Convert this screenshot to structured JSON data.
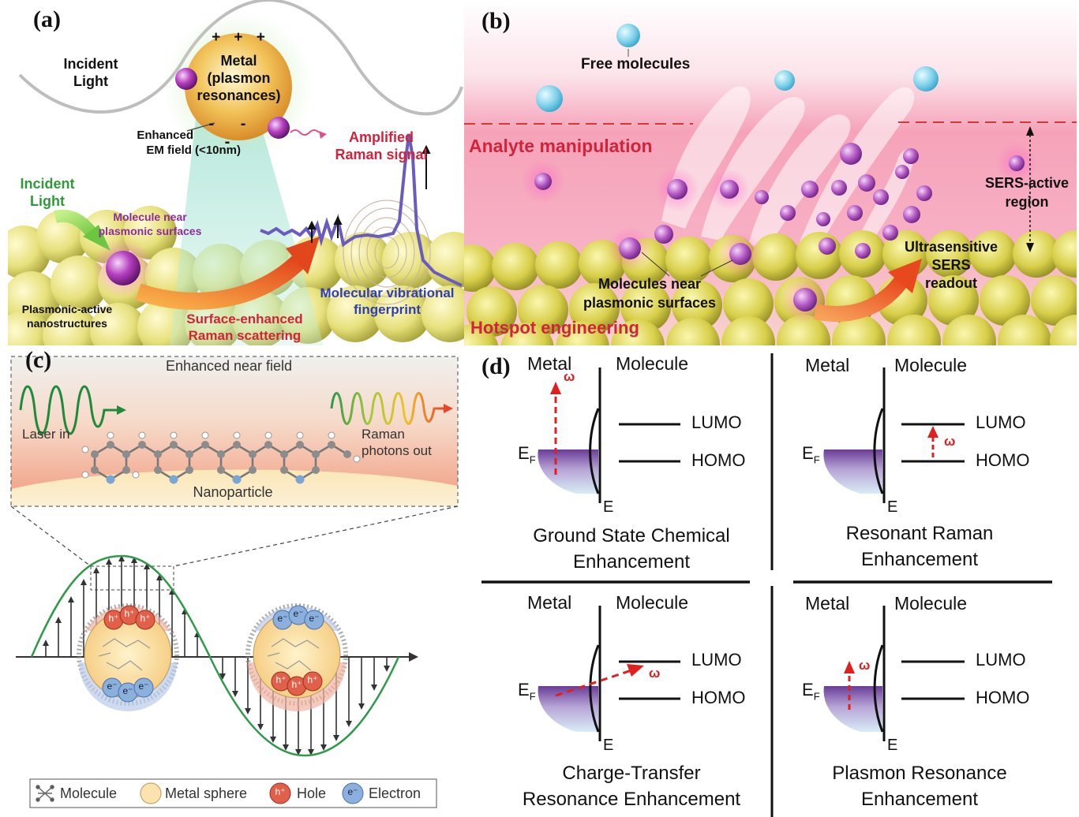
{
  "panel_a": {
    "label": "(a)",
    "incident_light_top": [
      "Incident",
      "Light"
    ],
    "metal": [
      "Metal",
      "(plasmon",
      "resonances)"
    ],
    "enhanced_field": [
      "Enhanced",
      "EM field (<10nm)"
    ],
    "amplified": [
      "Amplified",
      "Raman signal"
    ],
    "incident_light_left": [
      "Incident",
      "Light"
    ],
    "molecule_near": [
      "Molecule near",
      "plasmonic surfaces"
    ],
    "plasmonic_active": [
      "Plasmonic-active",
      "nanostructures"
    ],
    "sers": [
      "Surface-enhanced",
      "Raman scattering"
    ],
    "fingerprint": [
      "Molecular vibrational",
      "fingerprint"
    ],
    "charges_plus": "+ + +",
    "charges_minus": "- - -",
    "colors": {
      "label_green": "#2e9a3a",
      "label_red": "#d2233b",
      "label_blue": "#2e3fb0"
    }
  },
  "panel_b": {
    "label": "(b)",
    "free_molecules": "Free molecules",
    "analyte": "Analyte manipulation",
    "sers_active": [
      "SERS-active",
      "region"
    ],
    "ultrasensitive": [
      "Ultrasensitive",
      "SERS",
      "readout"
    ],
    "molecules_near": [
      "Molecules near",
      "plasmonic surfaces"
    ],
    "hotspot": "Hotspot engineering"
  },
  "panel_c": {
    "label": "(c)",
    "enhanced_near_field": "Enhanced near field",
    "laser_in": "Laser in",
    "raman_out": [
      "Raman",
      "photons out"
    ],
    "nanoparticle": "Nanoparticle",
    "hole_symbol": "h⁺",
    "electron_symbol": "e⁻",
    "legend": [
      "Molecule",
      "Metal sphere",
      "Hole",
      "Electron"
    ]
  },
  "panel_d": {
    "label": "(d)",
    "metal": "Metal",
    "molecule": "Molecule",
    "lumo": "LUMO",
    "homo": "HOMO",
    "ef": "E",
    "ef_sub": "F",
    "e_axis": "E",
    "omega": "ω",
    "captions": [
      [
        "Ground State Chemical",
        "Enhancement"
      ],
      [
        "Resonant Raman",
        "Enhancement"
      ],
      [
        "Charge-Transfer",
        "Resonance Enhancement"
      ],
      [
        "Plasmon Resonance",
        "Enhancement"
      ]
    ]
  }
}
